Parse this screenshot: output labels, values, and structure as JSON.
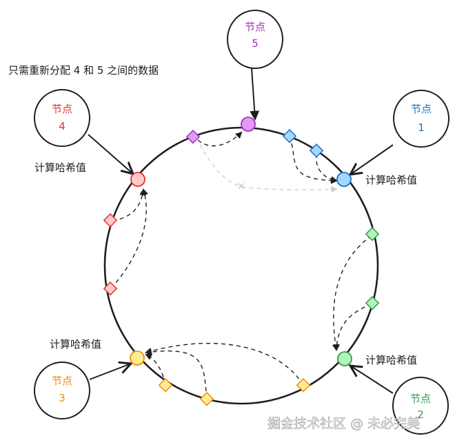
{
  "note": "只需重新分配 4 和 5 之间的数据",
  "hash_label": "计算哈希值",
  "watermark": "掘金技术社区 @ 未必完美",
  "nodes": [
    {
      "id": "5",
      "line1": "节点",
      "line2": "5",
      "color": "#9c36b5",
      "fill": "#e599f7"
    },
    {
      "id": "4",
      "line1": "节点",
      "line2": "4",
      "color": "#e03131",
      "fill": "#ffc9c9"
    },
    {
      "id": "1",
      "line1": "节点",
      "line2": "1",
      "color": "#1971c2",
      "fill": "#a5d8ff"
    },
    {
      "id": "2",
      "line1": "节点",
      "line2": "2",
      "color": "#2f9e44",
      "fill": "#b2f2bb"
    },
    {
      "id": "3",
      "line1": "节点",
      "line2": "3",
      "color": "#f08c00",
      "fill": "#ffec99"
    }
  ],
  "removed_marker": "×"
}
